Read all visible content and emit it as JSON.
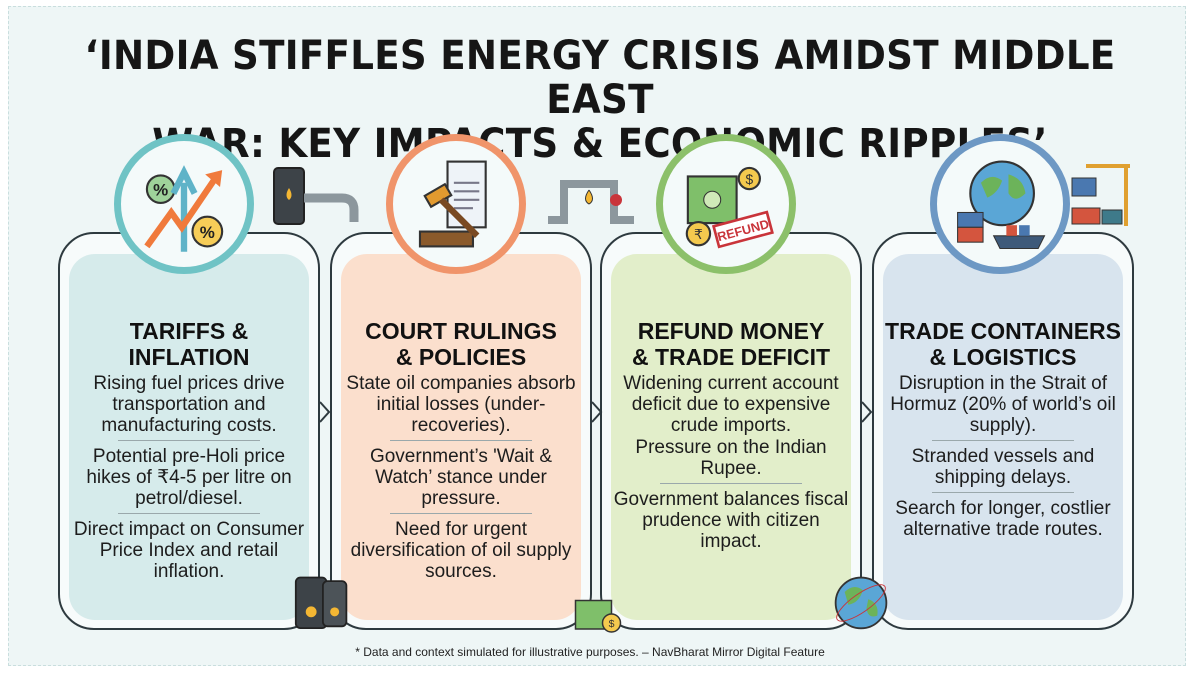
{
  "title": {
    "line1": "‘INDIA STIFFLES ENERGY CRISIS AMIDST MIDDLE EAST",
    "line2": "WAR: KEY IMPACTS & ECONOMIC RIPPLES’"
  },
  "colors": {
    "teal": "#6fc3c5",
    "orange": "#f0946a",
    "green": "#8cc06a",
    "blue": "#6d98c4"
  },
  "cards": [
    {
      "title1": "TARIFFS &",
      "title2": "INFLATION",
      "icon": "inflation-chart-icon",
      "points": [
        "Rising fuel prices drive transportation and manufacturing costs.",
        "Potential pre-Holi price hikes of ₹4-5 per litre on petrol/diesel.",
        "Direct impact on Consumer Price Index and retail inflation."
      ]
    },
    {
      "title1": "COURT RULINGS",
      "title2": "& POLICIES",
      "icon": "gavel-document-icon",
      "points": [
        "State oil companies absorb initial losses (under-recoveries).",
        "Government’s 'Wait & Watch’ stance under pressure.",
        "Need for urgent diversification of oil supply sources."
      ]
    },
    {
      "title1": "REFUND MONEY",
      "title2": "& TRADE DEFICIT",
      "icon": "money-refund-icon",
      "stamp": "REFUND",
      "points": [
        "Widening current account deficit due to expensive crude imports.",
        "Pressure on the Indian Rupee.",
        "Government balances fiscal prudence with citizen impact."
      ]
    },
    {
      "title1": "TRADE CONTAINERS",
      "title2": "& LOGISTICS",
      "icon": "globe-shipping-icon",
      "points": [
        "Disruption in the Strait of Hormuz (20% of world’s oil supply).",
        "Stranded vessels and shipping delays.",
        "Search for longer, costlier alternative trade routes."
      ]
    }
  ],
  "footnote": "* Data and context simulated for illustrative purposes. – NavBharat Mirror Digital Feature"
}
